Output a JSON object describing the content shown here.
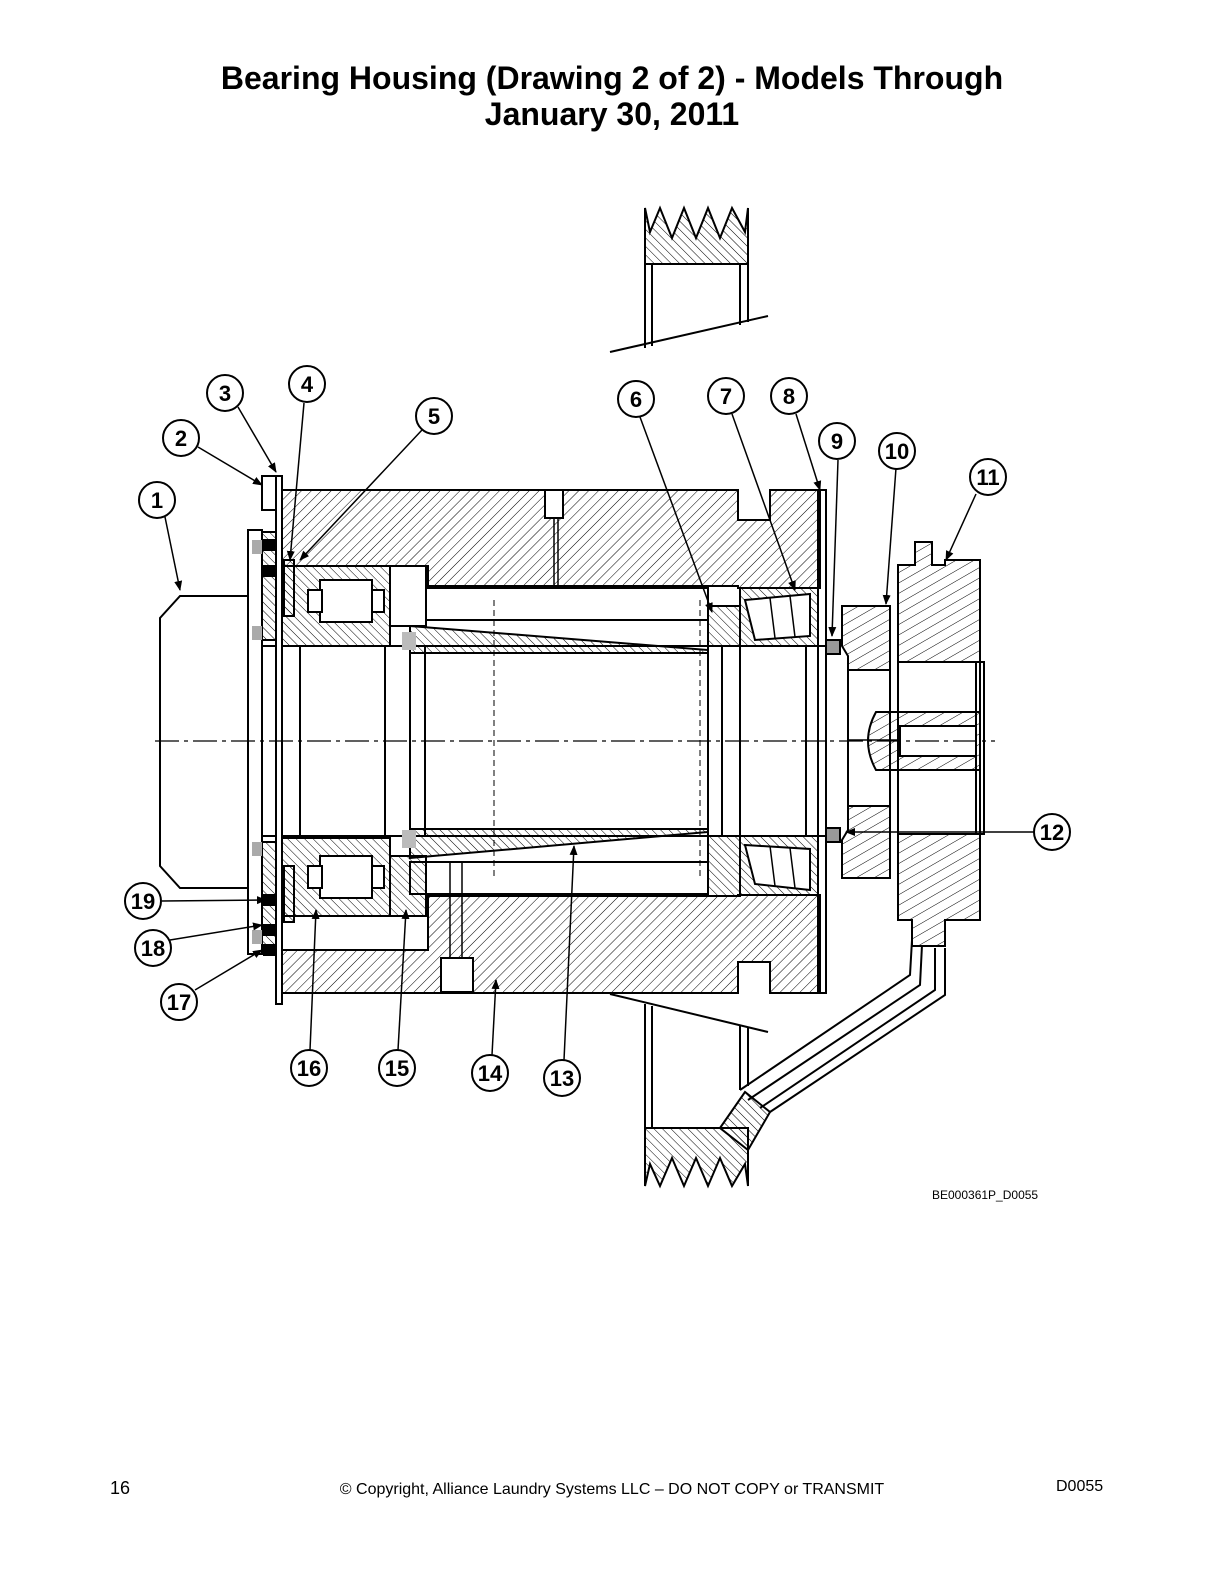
{
  "title": {
    "line1": "Bearing Housing (Drawing 2 of 2) - Models Through",
    "line2": "January 30, 2011"
  },
  "callouts": [
    "1",
    "2",
    "3",
    "4",
    "5",
    "6",
    "7",
    "8",
    "9",
    "10",
    "11",
    "12",
    "13",
    "14",
    "15",
    "16",
    "17",
    "18",
    "19"
  ],
  "drawing_code": "BE000361P_D0055",
  "footer": {
    "page_number": "16",
    "copyright": "© Copyright, Alliance Laundry Systems LLC – DO NOT COPY or TRANSMIT",
    "doc_code": "D0055"
  }
}
